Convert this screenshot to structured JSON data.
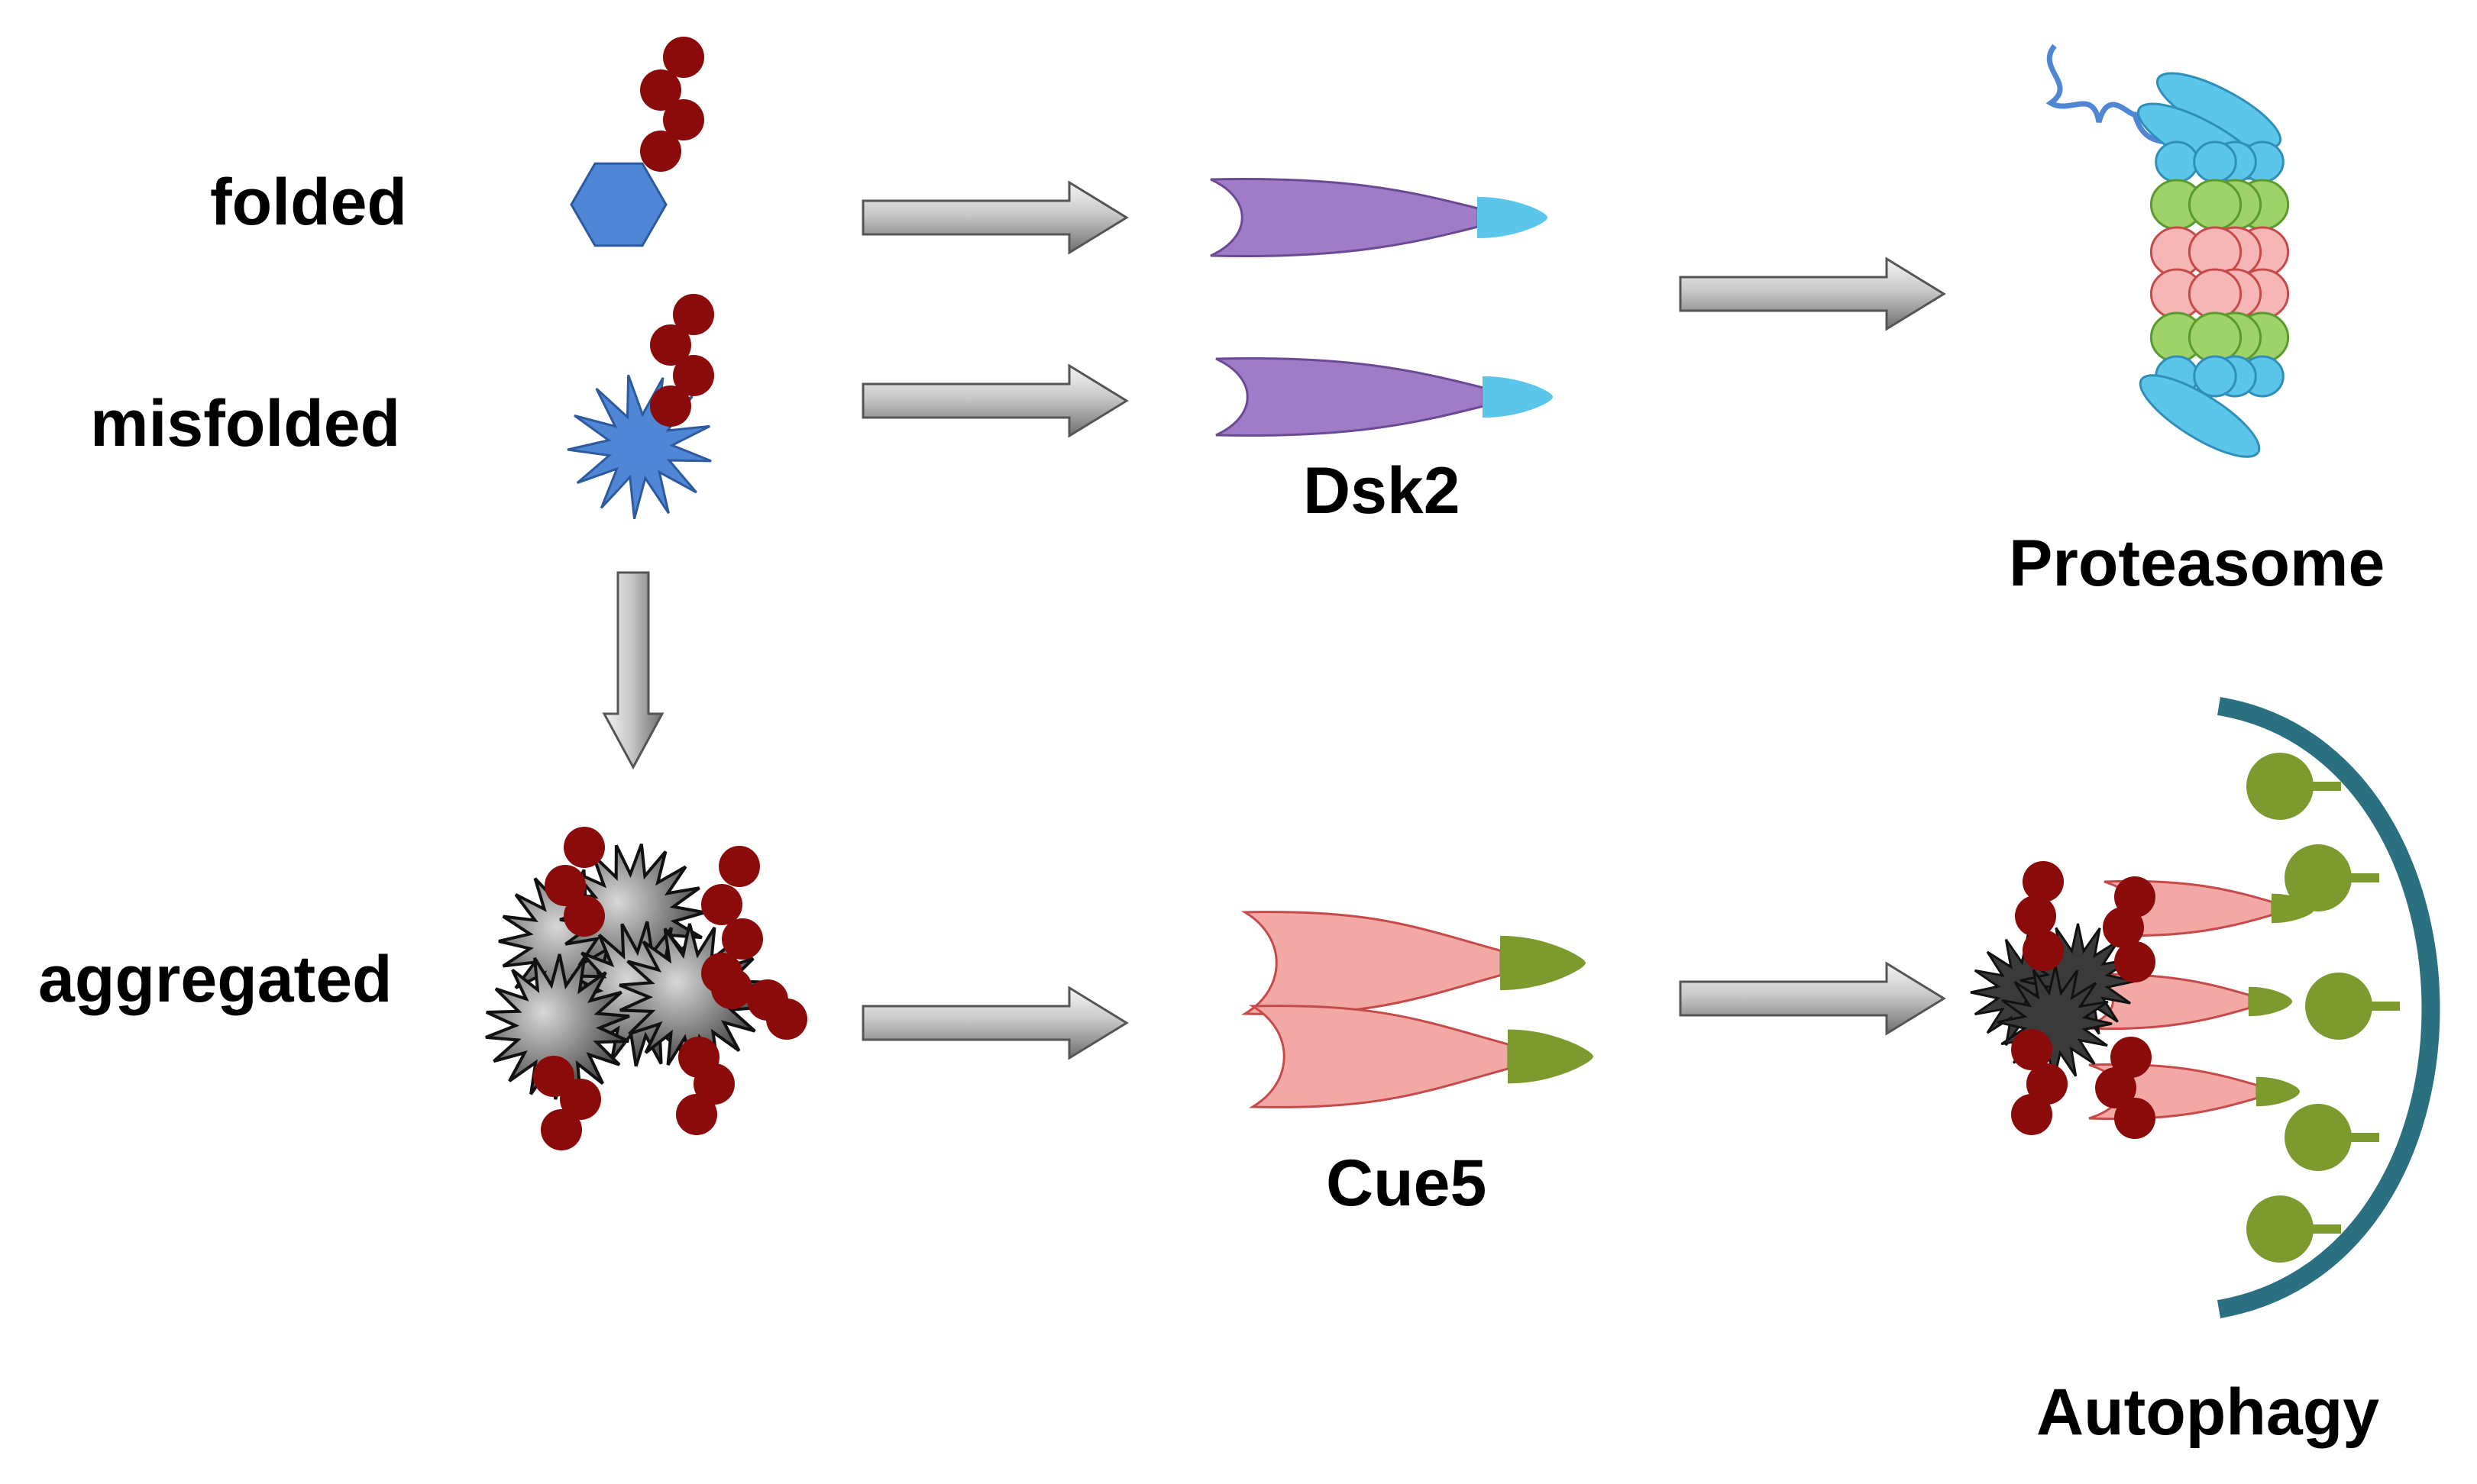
{
  "labels": {
    "folded": "folded",
    "misfolded": "misfolded",
    "aggregated": "aggregated",
    "dsk2": "Dsk2",
    "proteasome": "Proteasome",
    "cue5": "Cue5",
    "autophagy": "Autophagy"
  },
  "colors": {
    "ubiquitin": "#8b0a0a",
    "folded_protein": "#4f86d6",
    "misfolded_protein": "#4f86d6",
    "aggregate": "#6e6e6e",
    "arrow": "#8f8f8f",
    "dsk2_body": "#a07cc8",
    "dsk2_tip": "#5bc6ea",
    "cue5_body": "#f2a8a4",
    "cue5_tip": "#7d9a2e",
    "proteasome_cap": "#5bc6ea",
    "proteasome_alpha": "#9fd36a",
    "proteasome_beta": "#f7b6b6",
    "autophagosome_membrane": "#2a7080",
    "receptor": "#7d9a2e"
  },
  "icons": {
    "folded": "folded-protein-hexagon-icon",
    "misfolded": "misfolded-protein-star-icon",
    "aggregated": "aggregate-cluster-icon",
    "dsk2": "dsk2-receptor-icon",
    "cue5": "cue5-receptor-icon",
    "proteasome": "proteasome-icon",
    "autophagy": "autophagosome-icon"
  }
}
